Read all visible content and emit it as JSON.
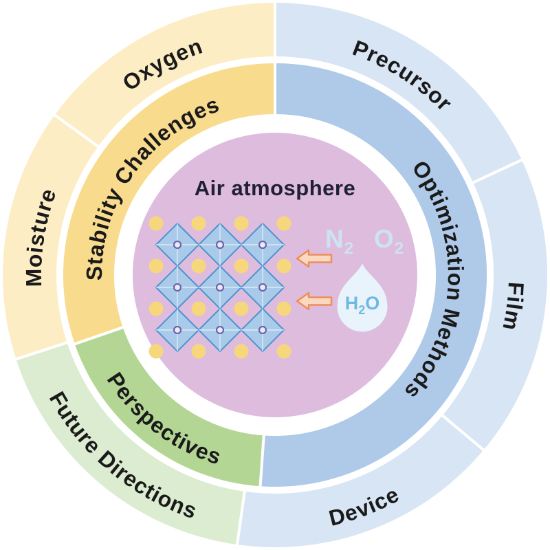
{
  "title": "Air atmosphere perovskite review diagram",
  "colors": {
    "outer_yellow": "#fcedc5",
    "inner_yellow": "#f9db8e",
    "outer_blue": "#d8e5f4",
    "inner_blue": "#afc9e8",
    "outer_green": "#dcecd1",
    "inner_green": "#b4d695",
    "center_pink": "#debcde"
  },
  "outer_ring": {
    "oxygen": "Oxygen",
    "moisture": "Moisture",
    "precursor": "Precursor",
    "film": "Film",
    "device": "Device",
    "future_directions": "Future Directions"
  },
  "inner_ring": {
    "stability_challenges": "Stability Challenges",
    "optimization_methods": "Optimization Methods",
    "perspectives": "Perspectives"
  },
  "center": {
    "title": "Air atmosphere",
    "nitrogen_symbol": "N",
    "nitrogen_sub": "2",
    "oxygen_symbol": "O",
    "oxygen_sub": "2",
    "water_h": "H",
    "water_sub": "2",
    "water_o": "O"
  }
}
